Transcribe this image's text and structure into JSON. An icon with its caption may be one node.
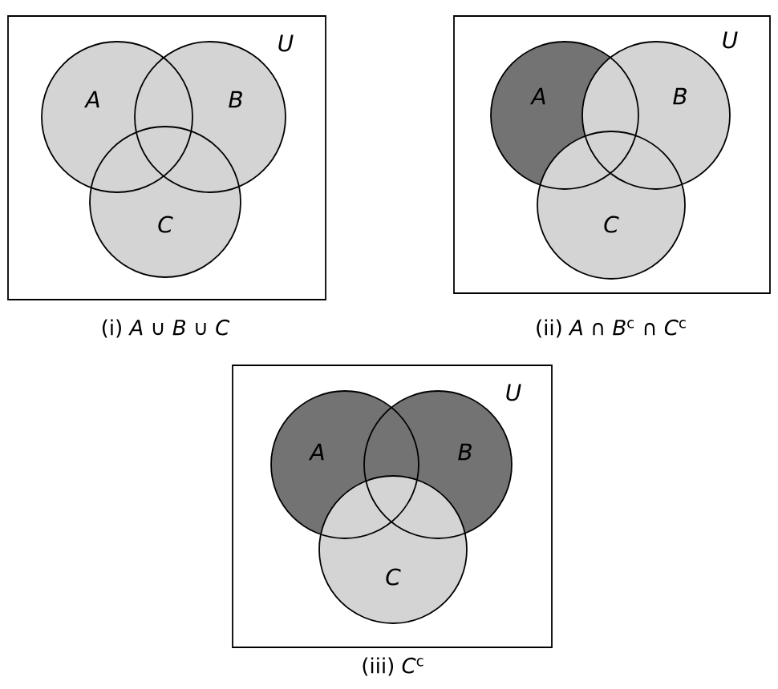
{
  "diagram": {
    "nodes": [
      {
        "text": [
          "*U*"
        ],
        "beside": [
          "(i) *A* ∪ *B* ∪ *C*"
        ]
      },
      {
        "text": [
          "*A*"
        ],
        "in": 0
      },
      {
        "text": [
          "*B*"
        ],
        "in": 0
      },
      {
        "text": [
          "*C*"
        ],
        "in": 0
      },
      {
        "text": [
          "*U*"
        ],
        "beside": [
          "(ii) *A* ∩ *B*$^{c}$ ∩ *C*$^{c}$"
        ]
      },
      {
        "text": [
          "*A*"
        ],
        "in": 4
      },
      {
        "text": [
          "*B*"
        ],
        "in": 4
      },
      {
        "text": [
          "*C*"
        ],
        "in": 4
      },
      {
        "text": [
          "*U*"
        ],
        "beside": [
          "(iii) *C*$^{c}$"
        ]
      },
      {
        "text": [
          "*A*"
        ],
        "in": 8
      },
      {
        "text": [
          "*B*"
        ],
        "in": 8
      },
      {
        "text": [
          "*C*"
        ],
        "in": 8
      }
    ]
  }
}
